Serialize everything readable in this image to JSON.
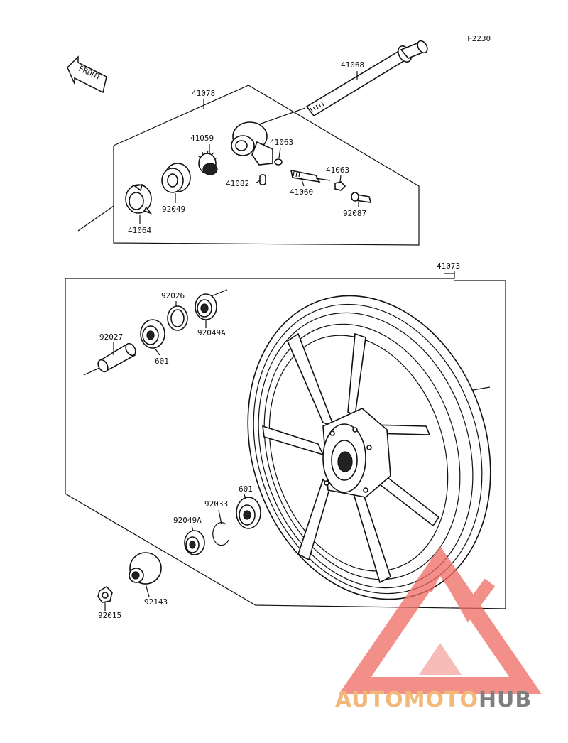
{
  "figure_code": "F2230",
  "front_label": "FRONT",
  "parts": {
    "p41068": "41068",
    "p41078": "41078",
    "p41059": "41059",
    "p41063a": "41063",
    "p41063b": "41063",
    "p41082": "41082",
    "p41060": "41060",
    "p92049": "92049",
    "p92087": "92087",
    "p41064": "41064",
    "p41073": "41073",
    "p92026": "92026",
    "p92049A_top": "92049A",
    "p92027": "92027",
    "p601_top": "601",
    "p601_bottom": "601",
    "p92033": "92033",
    "p92049A_bottom": "92049A",
    "p92143": "92143",
    "p92015": "92015"
  },
  "watermark": {
    "part1": "AUTOMOTO",
    "part2": "HUB",
    "color1": "#f0a04a",
    "color2": "#f26b60",
    "color3": "#555555"
  }
}
